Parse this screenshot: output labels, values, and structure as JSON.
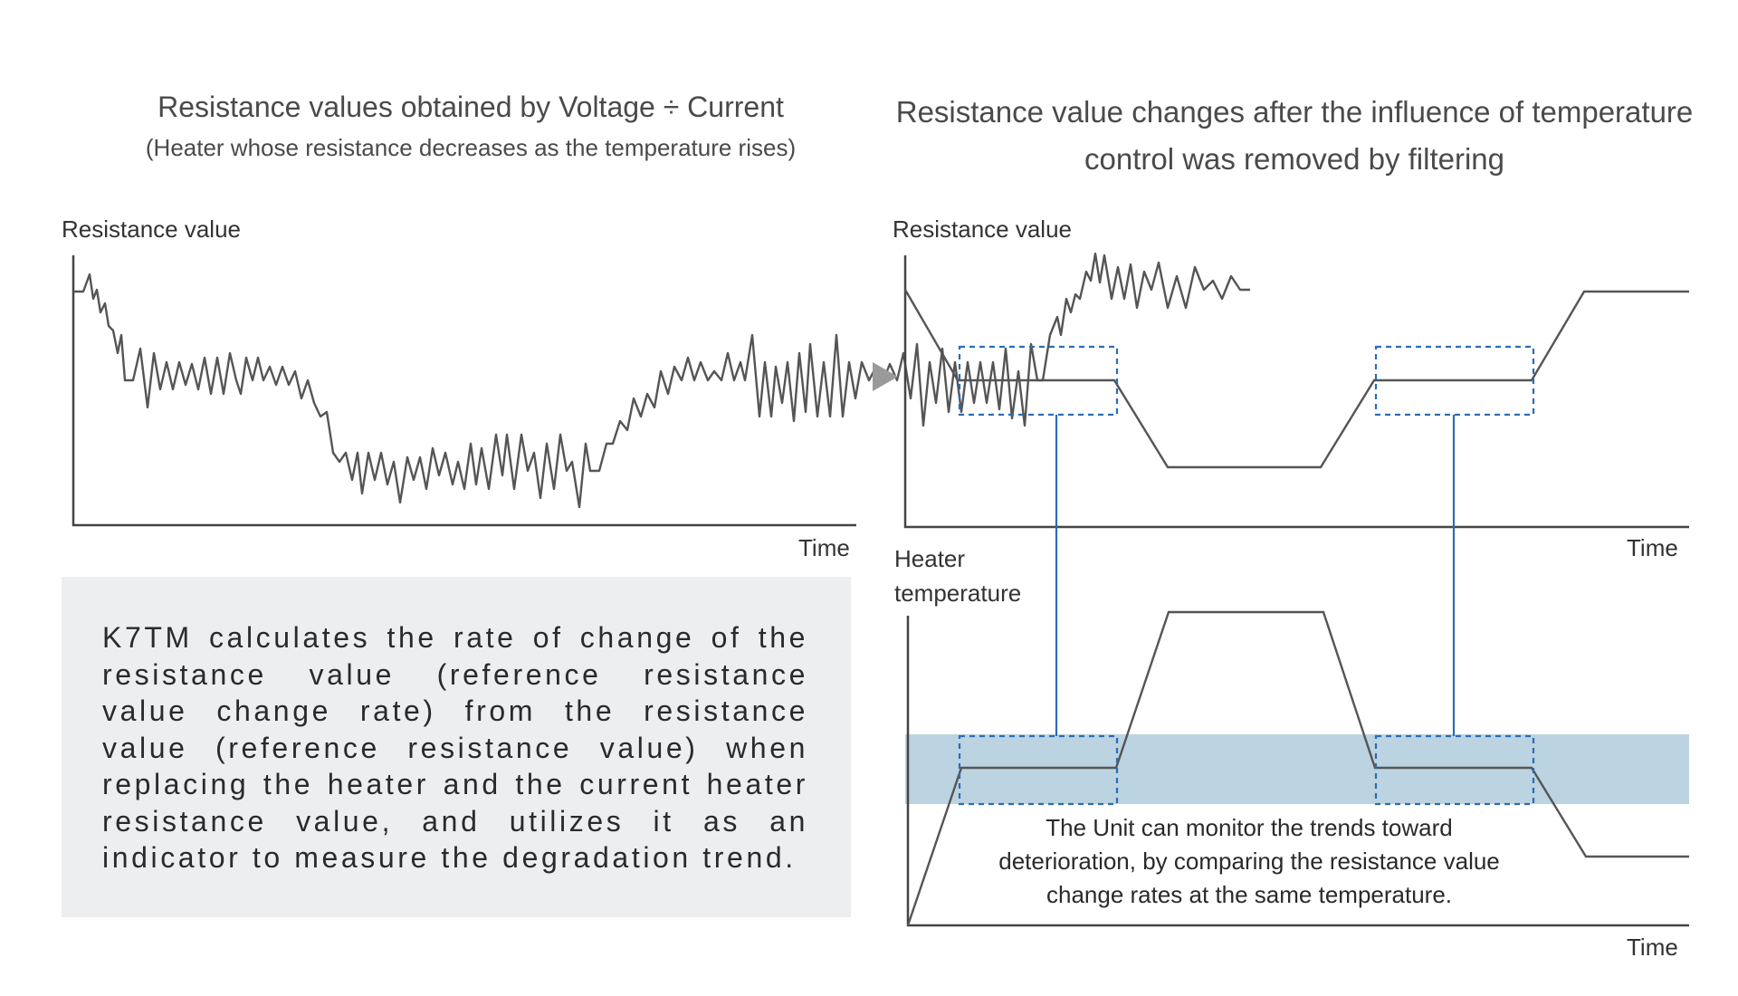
{
  "left": {
    "title": "Resistance values obtained by Voltage ÷ Current",
    "subtitle": "(Heater whose resistance decreases as the temperature rises)",
    "ylabel": "Resistance value",
    "xlabel": "Time",
    "description": "K7TM calculates the rate of change of the resistance value (reference resistance value change rate) from the resistance value (reference resistance value) when replacing the heater and the current heater resistance value, and utilizes it as an indicator to measure the degradation trend."
  },
  "right": {
    "title_line1": "Resistance value changes after the influence of temperature",
    "title_line2": "control was removed by filtering",
    "top_ylabel": "Resistance value",
    "top_xlabel": "Time",
    "bottom_ylabel_line1": "Heater",
    "bottom_ylabel_line2": "temperature",
    "bottom_xlabel": "Time",
    "note_line1": "The Unit can monitor the trends toward",
    "note_line2": "deterioration, by comparing the resistance value",
    "note_line3": "change rates at the same temperature."
  },
  "colors": {
    "line": "#555555",
    "axis": "#444444",
    "accent_blue": "#2a6db5",
    "band": "#bcd3e1",
    "box_bg": "#eceeef",
    "arrow": "#9a9a9a"
  },
  "icons": {
    "flow_arrow": "right-triangle-arrow"
  }
}
